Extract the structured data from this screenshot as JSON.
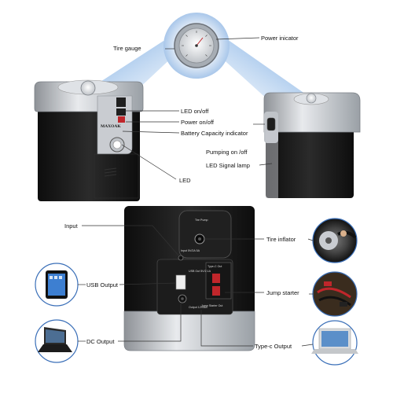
{
  "top_callouts": {
    "tire_gauge": "Tire gauge",
    "power_indicator": "Power inicator",
    "led_onoff": "LED on/off",
    "power_onoff": "Power on/off",
    "battery_capacity": "Battery Capacity indicator",
    "pumping_onoff": "Pumping on /off",
    "led_signal_lamp": "LED Signal lamp",
    "led": "LED"
  },
  "bottom_callouts": {
    "input": "Input",
    "usb_output": "USB Output",
    "dc_output": "DC Output",
    "tire_inflator": "Tire inflator",
    "jump_starter": "Jump starter",
    "typec_output": "Type-c Output"
  },
  "device": {
    "brand": "MAXOAK",
    "panel_top_label": "Tire Pump",
    "panel_input_label": "Input 5V/2A 5A",
    "panel_usb_label": "USB Out 5V/2.1A",
    "panel_type_label": "Type-C Out",
    "panel_jump_label": "Jump Starter Out",
    "panel_dc_label": "Output 12V/8A"
  },
  "colors": {
    "body_black": "#1a1a1a",
    "body_silver": "#c9ccd1",
    "accent_red": "#d0262b",
    "beam_blue": "#4d8fd6",
    "line": "#333333"
  },
  "icons": {
    "tire_gauge": "tire-gauge-icon",
    "tablet": "tablet-icon",
    "laptop": "laptop-icon",
    "tire_inflating": "tire-inflator-photo",
    "jump_cables": "jump-starter-photo",
    "macbook": "macbook-icon"
  }
}
